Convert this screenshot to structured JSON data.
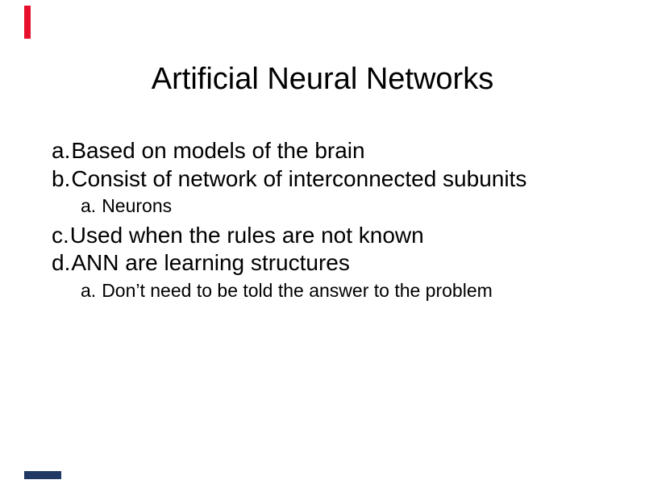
{
  "slide": {
    "title": "Artificial Neural Networks",
    "decorations": {
      "top_left_bar_color": "#e8112d",
      "bottom_left_bar_color": "#203864"
    },
    "bullets": [
      {
        "label": "a.",
        "text": "Based on models of the brain",
        "level": 1
      },
      {
        "label": "b.",
        "text": "Consist of network of interconnected subunits",
        "level": 1
      },
      {
        "label": "a.",
        "text": "Neurons",
        "level": 2
      },
      {
        "label": "c.",
        "text": "Used when the rules are not known",
        "level": 1
      },
      {
        "label": "d.",
        "text": "ANN are learning structures",
        "level": 1
      },
      {
        "label": "a.",
        "text": "Don’t need to be told the answer to the problem",
        "level": 2
      }
    ]
  }
}
